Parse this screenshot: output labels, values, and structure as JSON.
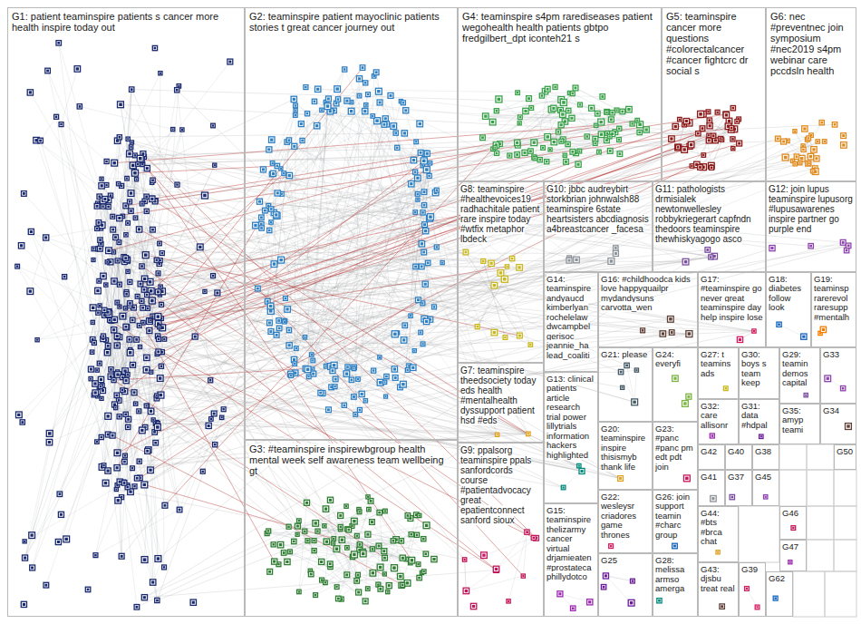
{
  "diagram": {
    "nodes": [
      {
        "text": [
          "G1: patient teaminspire patients s cancer more health inspire today out"
        ]
      },
      {
        "text": [
          "G2: teaminspire patient mayoclinic patients stories t great cancer journey out"
        ]
      },
      {
        "text": [
          "G3: #teaminspire inspirewbgroup health mental week self awareness team wellbeing gt"
        ]
      },
      {
        "text": [
          "G4: teaminspire s4pm rarediseases patient wegohealth health patients gbtpo fredgilbert_dpt iconteh21 s"
        ]
      },
      {
        "text": [
          "G5: teaminspire cancer more questions #colorectalcancer #cancer fightcrc dr social s"
        ]
      },
      {
        "text": [
          "G6: nec #preventnec join symposium #nec2019 s4pm webinar care pccdsln health"
        ]
      },
      {
        "text": [
          "G8: teaminspire #healthevoices19 radhachitale patient rare inspire today #wtfix metaphor lbdeck"
        ]
      },
      {
        "text": [
          "G10: jbbc audreybirt storkbrian johnwalsh88 teaminspire 6state heartsisters abcdiagnosis a4breastcancer _facesa"
        ]
      },
      {
        "text": [
          "G11: pathologists drmisialek newtonwellesley robbykriegerart capfndn thedoors teaminspire thewhiskyagogo asco"
        ]
      },
      {
        "text": [
          "G12: join lupus teaminspire lupusorg #lupusawarenes inspire partner go purple end"
        ]
      },
      {
        "text": [
          "G7: teaminspire theedsociety today eds health #mentalhealth dyssupport patient hsd #eds"
        ]
      },
      {
        "text": [
          "G9: ppalsorg teaminspire ppals sanfordcords course #patientadvocacy great epatientconnect sanford sioux"
        ]
      },
      {
        "text": [
          "G15: teaminspire thelizarmy cancer virtual drjamieaten #prostateca phillydotco"
        ]
      },
      {
        "text": [
          "G14: teaminspire andyaucd kimberlyan rochelelaw dwcampbel gerisoc jeannie_ha lead_coaliti"
        ]
      },
      {
        "text": [
          "G13: clinical patients article research trial power lillytrials information hackers highlighted"
        ]
      },
      {
        "text": [
          "G16: #childhoodca kids love happyquailpr mydandysuns carvotta_wen"
        ]
      },
      {
        "text": [
          "G17: #teaminspire go never great teaminspire day help inspire lose"
        ]
      },
      {
        "text": [
          "G18: diabetes follow look"
        ]
      },
      {
        "text": [
          "G19: teaminsp rarerevol raresupp #mentalh"
        ]
      },
      {
        "text": [
          "G21: please"
        ]
      },
      {
        "text": [
          "G24: everyfi"
        ]
      },
      {
        "text": [
          "G27: t teamins ads"
        ]
      },
      {
        "text": [
          "G30: boys s team keep"
        ]
      },
      {
        "text": [
          "G29: teamin demos capital"
        ]
      },
      {
        "text": [
          "G33"
        ]
      },
      {
        "text": [
          "G20: teaminspire inspire thisismyb thank life"
        ]
      },
      {
        "text": [
          "G23: #panc #panc pm edt pdt join"
        ]
      },
      {
        "text": [
          "G32: care allisonr"
        ]
      },
      {
        "text": [
          "G31: data #hdpal"
        ]
      },
      {
        "text": [
          "G35: amyp teami"
        ]
      },
      {
        "text": [
          "G34"
        ]
      },
      {
        "text": [
          "G22: wesleysr criadores game thrones"
        ]
      },
      {
        "text": [
          "G26: join support teamin #charc group"
        ]
      },
      {
        "text": [
          "G42"
        ]
      },
      {
        "text": [
          "G40"
        ]
      },
      {
        "text": [
          "G38"
        ]
      },
      {
        "text": [
          "G50"
        ]
      },
      {
        "text": [
          "G41"
        ]
      },
      {
        "text": [
          "G37"
        ]
      },
      {
        "text": [
          "G45"
        ]
      },
      {
        "text": [
          "G44: #bts #brca chat"
        ]
      },
      {
        "text": [
          "G46"
        ]
      },
      {
        "text": [
          "G47"
        ]
      },
      {
        "text": [
          "G25"
        ]
      },
      {
        "text": [
          "G28: melissa armso amerga"
        ]
      },
      {
        "text": [
          "G43: djsbu treat real"
        ]
      },
      {
        "text": [
          "G39"
        ]
      },
      {
        "text": [
          "G62"
        ]
      }
    ]
  }
}
